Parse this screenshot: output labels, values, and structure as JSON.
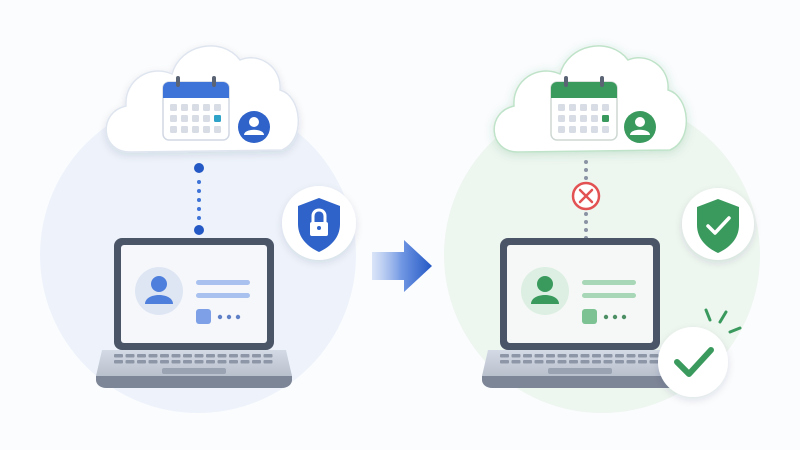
{
  "colors": {
    "background": "#fbfcfe",
    "left_halo": "#eef3fb",
    "right_halo": "#eef6f0",
    "blue_primary": "#3e73d8",
    "blue_dark": "#2458c4",
    "blue_light": "#a9c1ee",
    "green_primary": "#3a9a5e",
    "green_light": "#a7d7b6",
    "red_error": "#e35252",
    "laptop_frame": "#4b5568",
    "laptop_base": "#c7ced9",
    "connector_grey": "#8a93a3"
  },
  "icons": {
    "left_cloud": "cloud-icon",
    "left_calendar": "calendar-icon",
    "left_user": "user-avatar-icon",
    "lock_badge": "shield-lock-icon",
    "arrow": "arrow-right-icon",
    "right_cloud": "cloud-icon",
    "right_calendar": "calendar-icon",
    "right_user": "user-avatar-icon",
    "error_marker": "x-circle-icon",
    "shield_check": "shield-check-icon",
    "success_badge": "check-circle-icon"
  },
  "left_panel": {
    "state": "secured connection",
    "calendar_highlighted_cell": 9
  },
  "right_panel": {
    "state": "connection blocked, verified locally",
    "calendar_highlighted_cell": 9
  }
}
